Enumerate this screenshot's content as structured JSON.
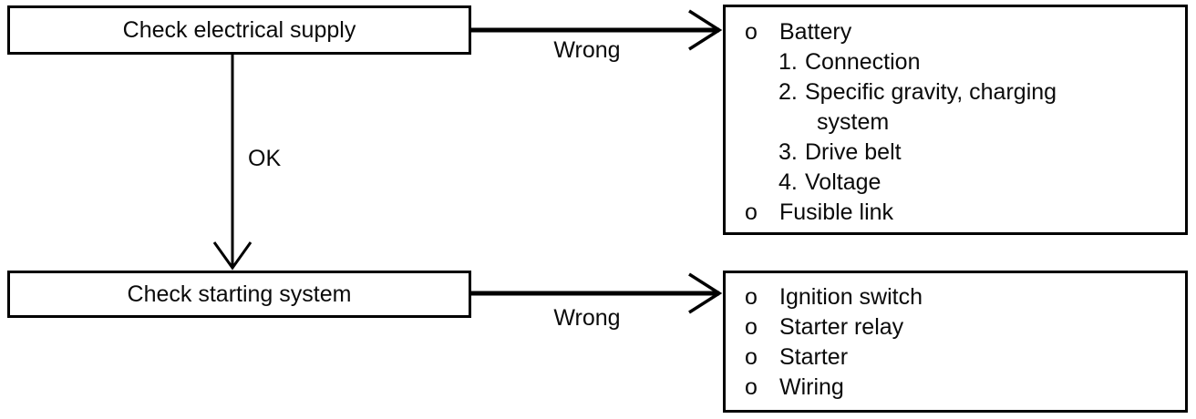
{
  "flowchart": {
    "nodes": [
      {
        "label": "Check electrical supply"
      },
      {
        "label": "Check starting system"
      }
    ],
    "edge_labels": {
      "wrong_top": "Wrong",
      "ok": "OK",
      "wrong_bottom": "Wrong"
    },
    "cause_boxes": [
      {
        "items": [
          {
            "marker": "o",
            "text": "Battery"
          },
          {
            "marker": "1.",
            "text": "Connection"
          },
          {
            "marker": "2.",
            "text": "Specific gravity, charging"
          },
          {
            "marker": "",
            "text": "system"
          },
          {
            "marker": "3.",
            "text": "Drive belt"
          },
          {
            "marker": "4.",
            "text": "Voltage"
          },
          {
            "marker": "o",
            "text": "Fusible link"
          }
        ]
      },
      {
        "items": [
          {
            "marker": "o",
            "text": "Ignition switch"
          },
          {
            "marker": "o",
            "text": "Starter relay"
          },
          {
            "marker": "o",
            "text": "Starter"
          },
          {
            "marker": "o",
            "text": "Wiring"
          }
        ]
      }
    ]
  }
}
